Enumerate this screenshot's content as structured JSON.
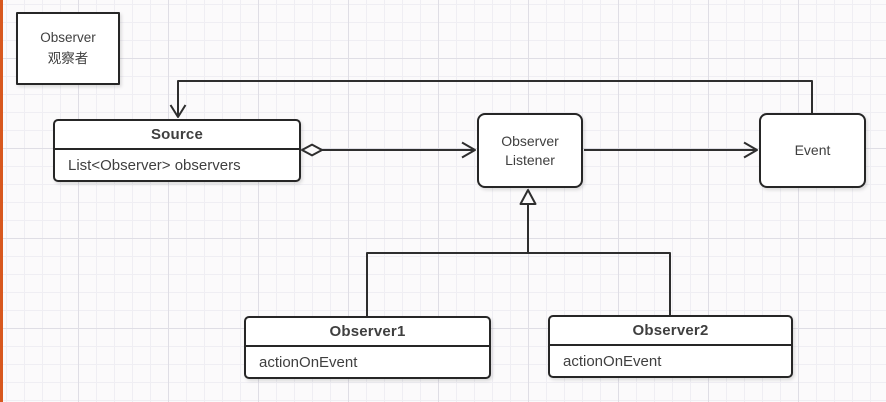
{
  "note": {
    "line1": "Observer",
    "line2": "观察者"
  },
  "nodes": {
    "source": {
      "title": "Source",
      "attribute": "List<Observer> observers"
    },
    "listener": {
      "label": "Observer Listener"
    },
    "event": {
      "label": "Event"
    },
    "observer1": {
      "title": "Observer1",
      "method": "actionOnEvent"
    },
    "observer2": {
      "title": "Observer2",
      "method": "actionOnEvent"
    }
  },
  "edges": [
    {
      "from": "source",
      "to": "listener",
      "type": "aggregation-with-open-arrow"
    },
    {
      "from": "listener",
      "to": "event",
      "type": "association-open-arrow"
    },
    {
      "from": "event",
      "to": "source",
      "type": "orthogonal-feedback-open-arrow"
    },
    {
      "from": "observer1",
      "to": "listener",
      "type": "generalization-hollow-triangle"
    },
    {
      "from": "observer2",
      "to": "listener",
      "type": "generalization-hollow-triangle"
    }
  ],
  "colors": {
    "stroke": "#2e2e2e",
    "text": "#3f3f3f",
    "background": "#fbfafb",
    "grid_minor": "#efeef3",
    "grid_major": "#dfdee5",
    "accent_stripe": "#d8581e",
    "node_fill": "#ffffff"
  }
}
